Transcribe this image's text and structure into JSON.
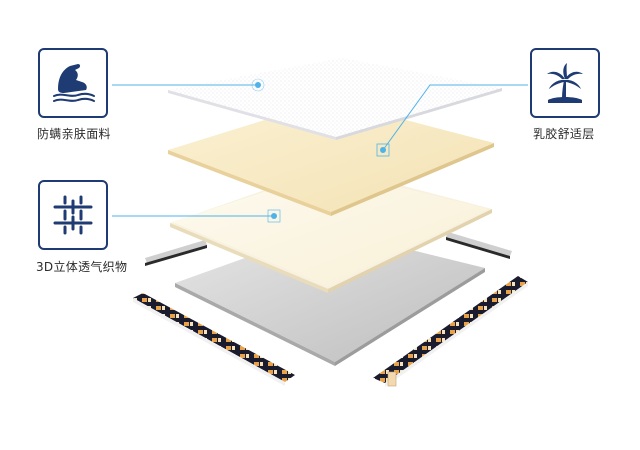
{
  "features": [
    {
      "label": "防螨亲肤面料",
      "icon": "arm-skin-icon"
    },
    {
      "label": "乳胶舒适层",
      "icon": "palm-tree-icon"
    },
    {
      "label": "3D立体透气织物",
      "icon": "weave-mesh-icon"
    }
  ],
  "colors": {
    "navy": "#1f3b73",
    "accent": "#4fb3e8",
    "cream": "#f8ecc8",
    "grey": "#d4d4d4"
  }
}
